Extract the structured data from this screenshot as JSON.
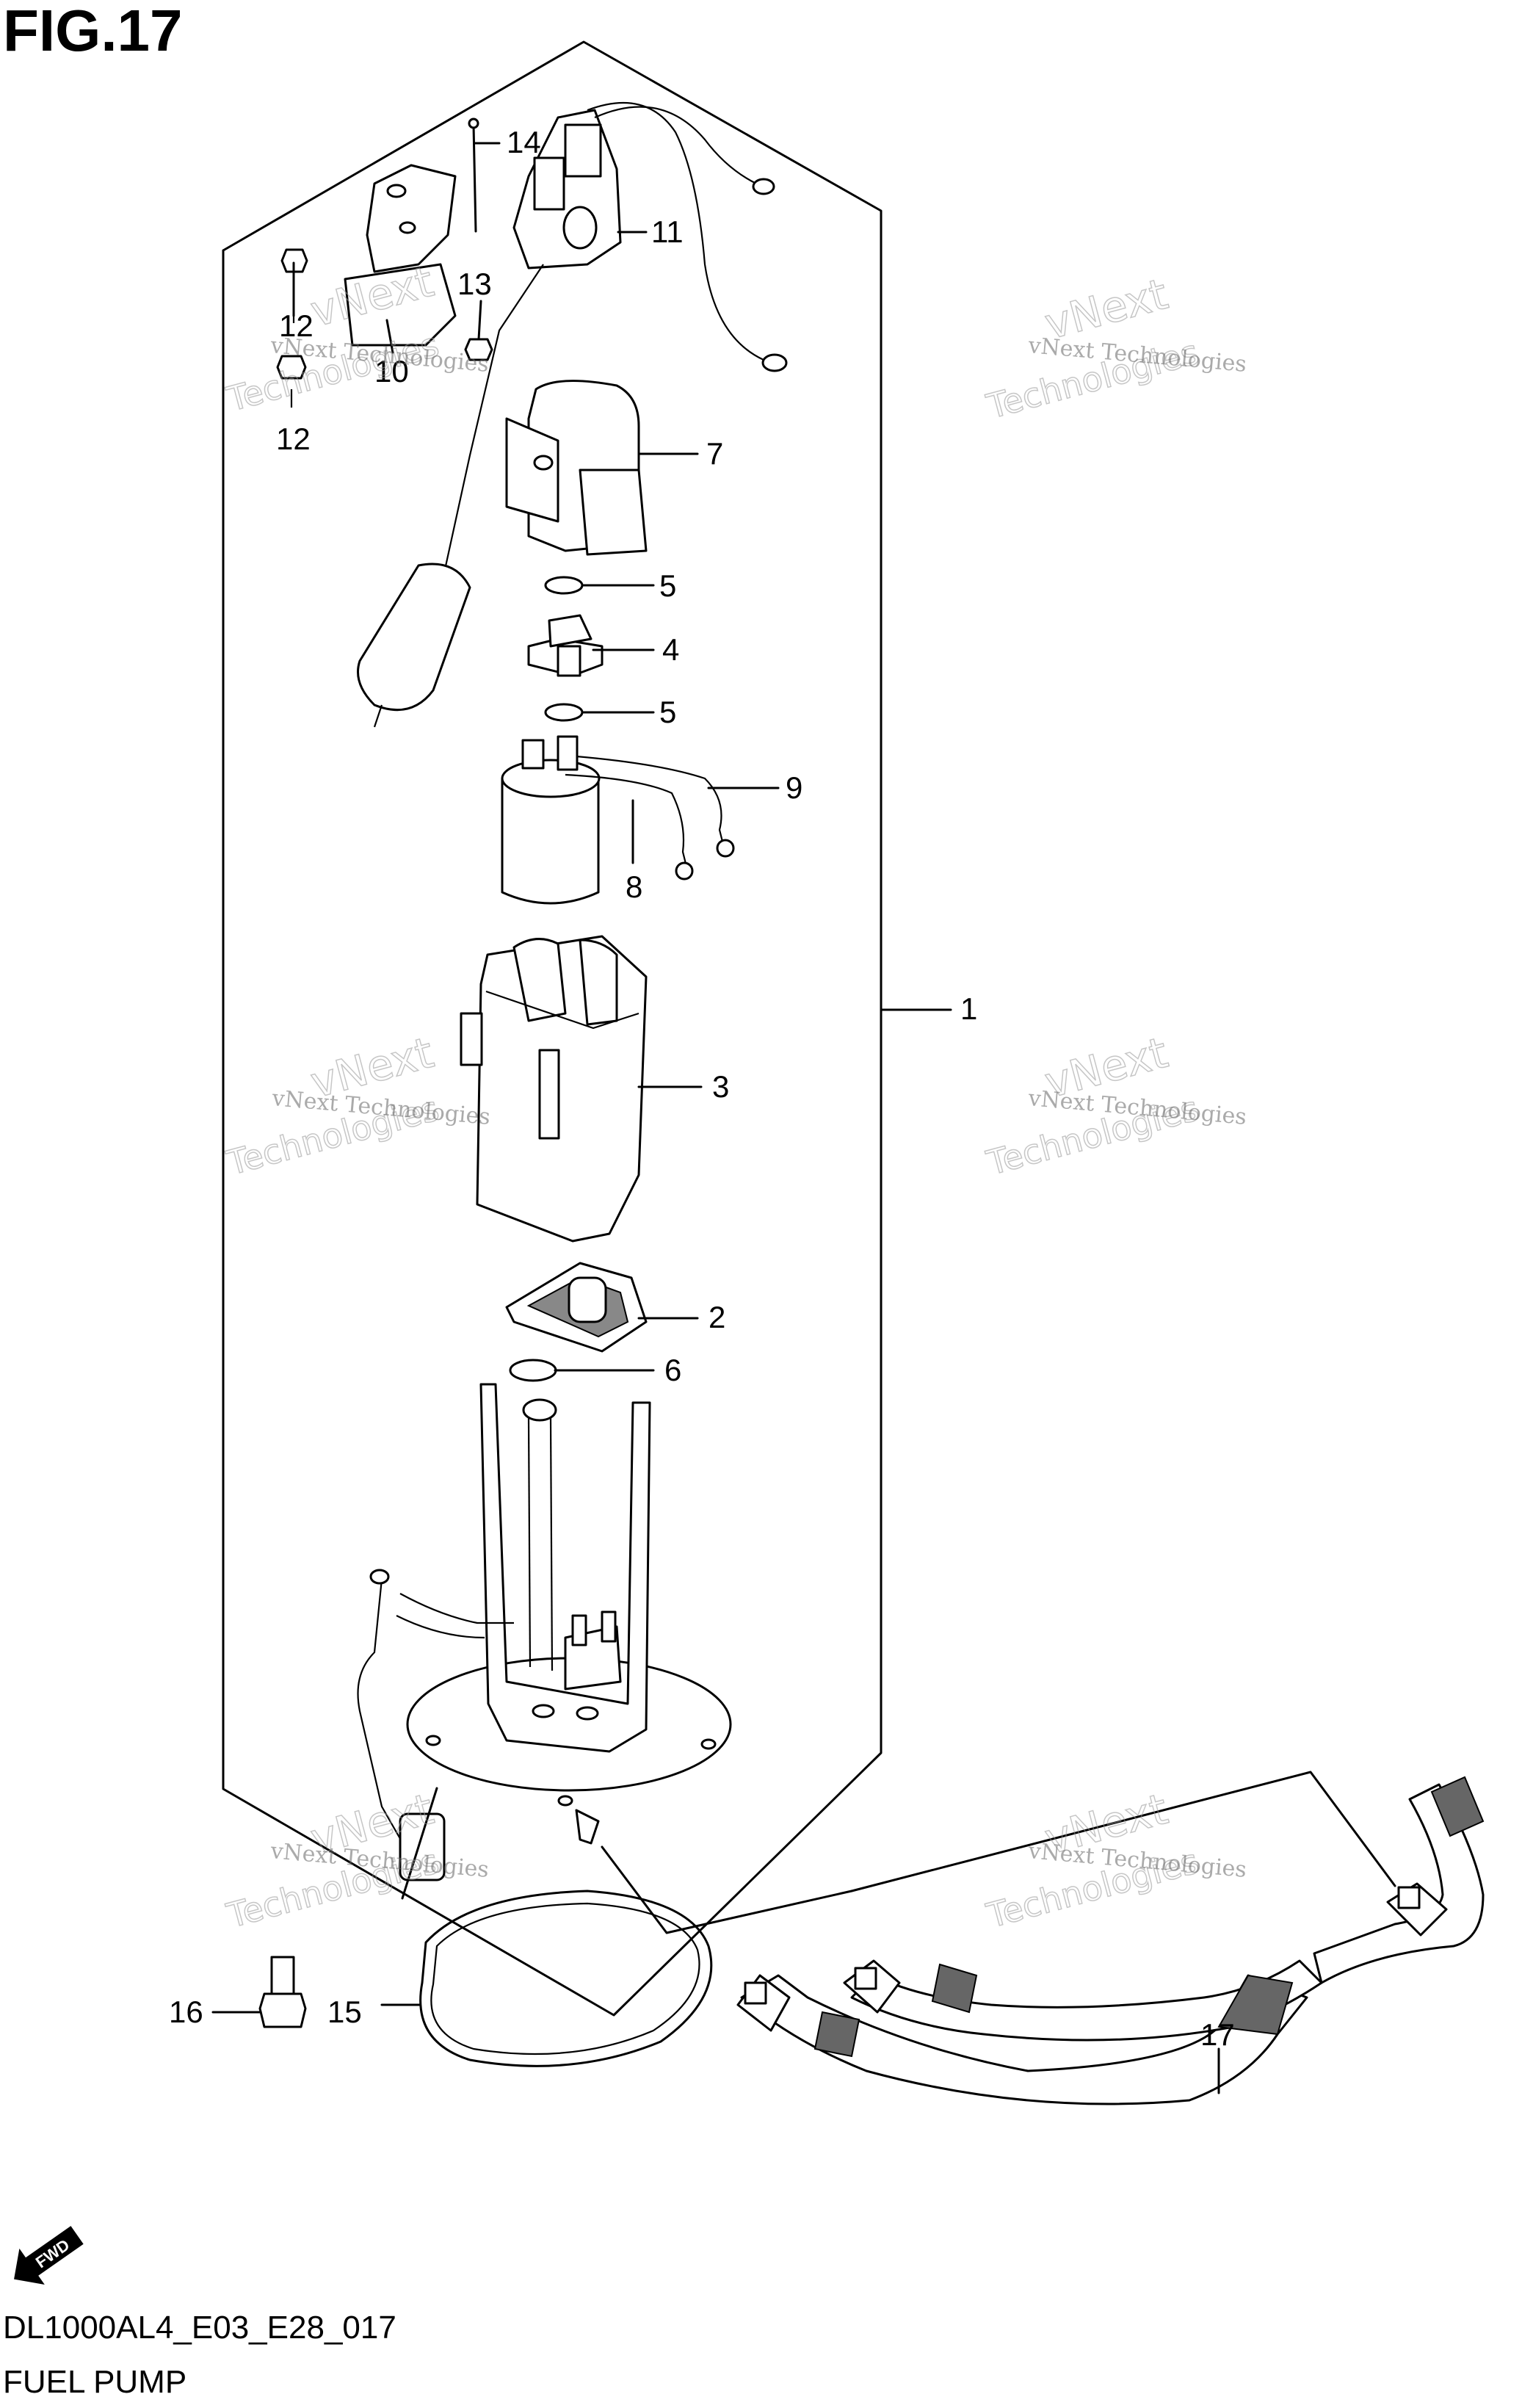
{
  "figure": {
    "title": "FIG.17",
    "diagram_code": "DL1000AL4_E03_E28_017",
    "diagram_name": "FUEL PUMP",
    "direction_badge": "FWD"
  },
  "watermark": {
    "line1": "vNext Technologies",
    "line2": "vNext",
    "line3": "Technologies"
  },
  "callouts": {
    "c1": "1",
    "c2": "2",
    "c3": "3",
    "c4": "4",
    "c5a": "5",
    "c5b": "5",
    "c6": "6",
    "c7": "7",
    "c8": "8",
    "c9": "9",
    "c10": "10",
    "c11": "11",
    "c12a": "12",
    "c12b": "12",
    "c13": "13",
    "c14": "14",
    "c15": "15",
    "c16": "16",
    "c17": "17"
  }
}
